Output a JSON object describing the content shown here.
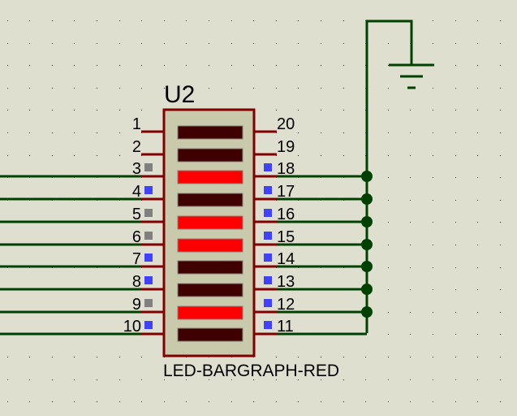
{
  "component": {
    "ref": "U2",
    "part": "LED-BARGRAPH-RED",
    "colors": {
      "body_fill": "#c9c9ac",
      "body_border": "#800000",
      "pin_line": "#800000",
      "led_on": "#ff0000",
      "led_off": "#3e0000",
      "wire": "#004000",
      "background": "#dfdfd0",
      "pin_state_high": "#4040ff",
      "pin_state_unknown": "#808080"
    },
    "leds": [
      {
        "index": 1,
        "state": "off"
      },
      {
        "index": 2,
        "state": "off"
      },
      {
        "index": 3,
        "state": "on"
      },
      {
        "index": 4,
        "state": "off"
      },
      {
        "index": 5,
        "state": "on"
      },
      {
        "index": 6,
        "state": "on"
      },
      {
        "index": 7,
        "state": "off"
      },
      {
        "index": 8,
        "state": "off"
      },
      {
        "index": 9,
        "state": "on"
      },
      {
        "index": 10,
        "state": "off"
      }
    ],
    "left_pins": [
      {
        "label": "1",
        "indicator": "none",
        "wired": false
      },
      {
        "label": "2",
        "indicator": "none",
        "wired": false
      },
      {
        "label": "3",
        "indicator": "gray",
        "wired": true
      },
      {
        "label": "4",
        "indicator": "blue",
        "wired": true
      },
      {
        "label": "5",
        "indicator": "gray",
        "wired": true
      },
      {
        "label": "6",
        "indicator": "gray",
        "wired": true
      },
      {
        "label": "7",
        "indicator": "blue",
        "wired": true
      },
      {
        "label": "8",
        "indicator": "blue",
        "wired": true
      },
      {
        "label": "9",
        "indicator": "gray",
        "wired": true
      },
      {
        "label": "10",
        "indicator": "blue",
        "wired": true
      }
    ],
    "right_pins": [
      {
        "label": "20",
        "indicator": "none",
        "wired": false
      },
      {
        "label": "19",
        "indicator": "none",
        "wired": false
      },
      {
        "label": "18",
        "indicator": "blue",
        "wired": true
      },
      {
        "label": "17",
        "indicator": "blue",
        "wired": true
      },
      {
        "label": "16",
        "indicator": "blue",
        "wired": true
      },
      {
        "label": "15",
        "indicator": "blue",
        "wired": true
      },
      {
        "label": "14",
        "indicator": "blue",
        "wired": true
      },
      {
        "label": "13",
        "indicator": "blue",
        "wired": true
      },
      {
        "label": "12",
        "indicator": "blue",
        "wired": true
      },
      {
        "label": "11",
        "indicator": "blue",
        "wired": true
      }
    ]
  },
  "ground": {
    "symbol": "ground-icon"
  }
}
